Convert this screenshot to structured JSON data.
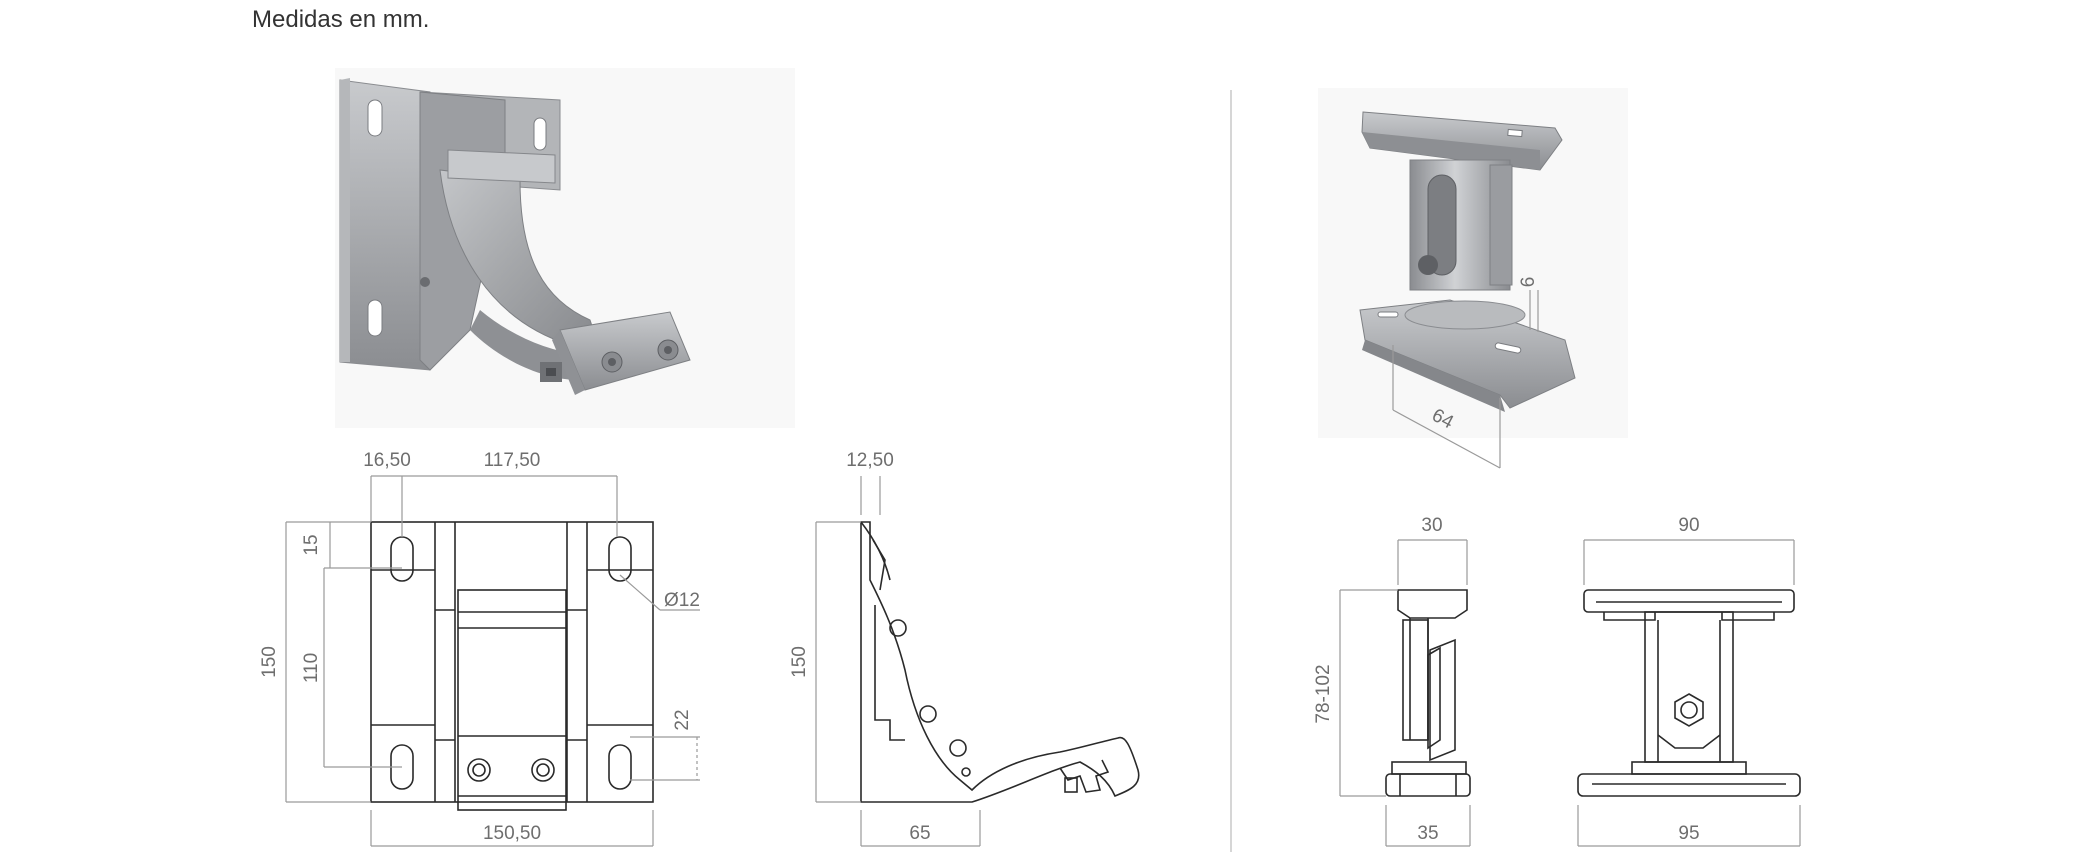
{
  "caption": "Medidas en mm.",
  "left_bracket": {
    "front_view": {
      "dim_top_left": "16,50",
      "dim_top_span": "117,50",
      "dim_slot_offset": "15",
      "dim_slot_spacing": "110",
      "dim_height": "150",
      "dim_hole": "Ø12",
      "dim_slot_bottom": "22",
      "dim_width": "150,50"
    },
    "side_view": {
      "dim_top": "12,50",
      "dim_height": "150",
      "dim_depth": "65"
    }
  },
  "right_bracket": {
    "photo_dims": {
      "thickness": "6",
      "base_length": "64"
    },
    "side_view": {
      "dim_top": "30",
      "dim_height": "78-102",
      "dim_base": "35"
    },
    "front_view": {
      "dim_top": "90",
      "dim_base": "95"
    }
  },
  "colors": {
    "metal": "#a7a9ac",
    "metal_dark": "#7e8084",
    "metal_light": "#c9cbce",
    "dimension": "#9a9a9a",
    "outline": "#2a2a2a"
  }
}
